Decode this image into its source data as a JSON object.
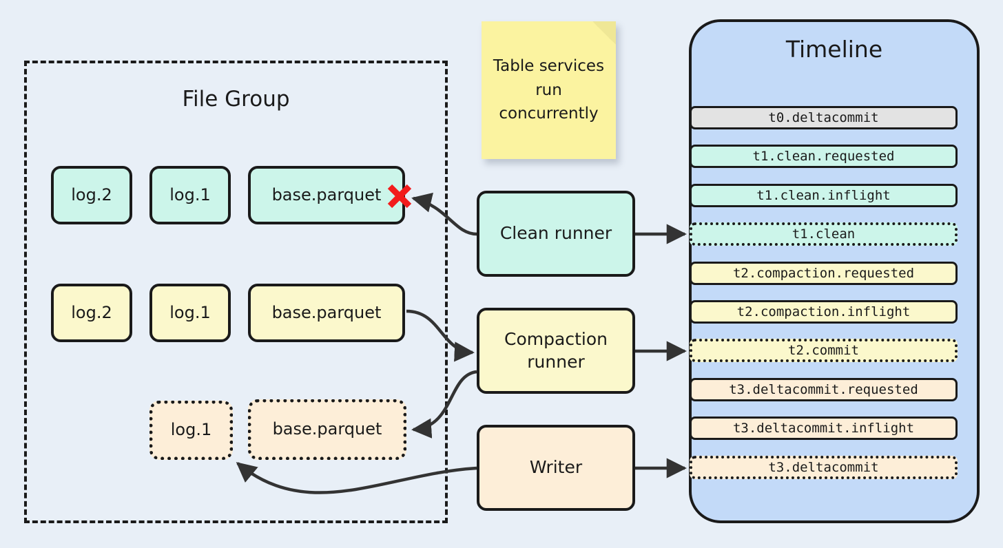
{
  "diagram": {
    "background_color": "#e8eff7",
    "file_group": {
      "title": "File Group",
      "border_style": "dashed",
      "rows": [
        {
          "row_name": "clean-row",
          "color": "#ccf5ea",
          "style": "solid",
          "files": [
            "log.2",
            "log.1",
            "base.parquet"
          ],
          "marker": "red-x-on-base-parquet"
        },
        {
          "row_name": "compaction-input-row",
          "color": "#fbf8cc",
          "style": "solid",
          "files": [
            "log.2",
            "log.1",
            "base.parquet"
          ]
        },
        {
          "row_name": "writer-output-row",
          "color": "#fdeed8",
          "style": "dotted",
          "files": [
            "log.1",
            "base.parquet"
          ]
        }
      ]
    },
    "sticky_note": {
      "text": "Table services run concurrently",
      "color": "#fbf3a0"
    },
    "runners": [
      {
        "id": "clean",
        "label": "Clean runner",
        "color": "#ccf5ea"
      },
      {
        "id": "compaction",
        "label": "Compaction runner",
        "color": "#fbf8cc"
      },
      {
        "id": "writer",
        "label": "Writer",
        "color": "#fdeed8"
      }
    ],
    "timeline": {
      "title": "Timeline",
      "panel_color": "#c3daf8",
      "items": [
        {
          "label": "t0.deltacommit",
          "color": "#e3e3e3",
          "style": "solid"
        },
        {
          "label": "t1.clean.requested",
          "color": "#ccf5ea",
          "style": "solid"
        },
        {
          "label": "t1.clean.inflight",
          "color": "#ccf5ea",
          "style": "solid"
        },
        {
          "label": "t1.clean",
          "color": "#ccf5ea",
          "style": "dotted"
        },
        {
          "label": "t2.compaction.requested",
          "color": "#fbf8cc",
          "style": "solid"
        },
        {
          "label": "t2.compaction.inflight",
          "color": "#fbf8cc",
          "style": "solid"
        },
        {
          "label": "t2.commit",
          "color": "#fbf8cc",
          "style": "dotted"
        },
        {
          "label": "t3.deltacommit.requested",
          "color": "#fdeed8",
          "style": "solid"
        },
        {
          "label": "t3.deltacommit.inflight",
          "color": "#fdeed8",
          "style": "solid"
        },
        {
          "label": "t3.deltacommit",
          "color": "#fdeed8",
          "style": "dotted"
        }
      ]
    }
  }
}
